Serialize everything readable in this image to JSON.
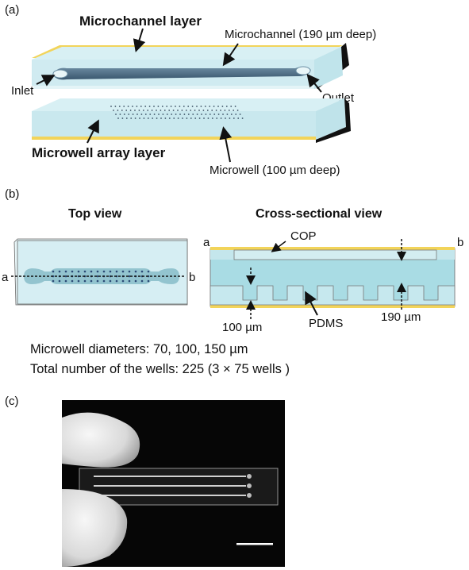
{
  "panels": {
    "a": "(a)",
    "b": "(b)",
    "c": "(c)"
  },
  "panel_a": {
    "microchannel_layer": "Microchannel layer",
    "microchannel": "Microchannel (190 µm deep)",
    "inlet": "Inlet",
    "outlet": "Outlet",
    "microwell_array_layer": "Microwell array layer",
    "microwell": "Microwell (100 µm deep)"
  },
  "panel_b": {
    "top_view": "Top view",
    "cross_sectional_view": "Cross-sectional view",
    "a_left": "a",
    "b_left": "b",
    "a_right": "a",
    "b_right": "b",
    "cop": "COP",
    "pdms": "PDMS",
    "depth_100": "100 µm",
    "depth_190": "190 µm",
    "diameters": "Microwell diameters: 70, 100, 150 µm",
    "total_wells": "Total number of the wells: 225 (3 × 75 wells )"
  },
  "colors": {
    "slab": "#d4eef3",
    "slab_side": "#b9e2ea",
    "channel": "#4f6f88",
    "yellow": "#f2d45a",
    "cross_fill": "#a9dce4",
    "photo_bg": "#060606"
  }
}
